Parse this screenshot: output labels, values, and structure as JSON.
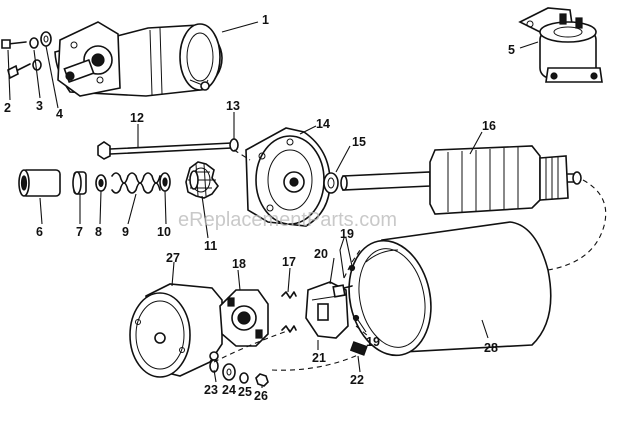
{
  "callouts": {
    "c1": "1",
    "c2": "2",
    "c3": "3",
    "c4": "4",
    "c5": "5",
    "c6": "6",
    "c7": "7",
    "c8": "8",
    "c9": "9",
    "c10": "10",
    "c11": "11",
    "c12": "12",
    "c13": "13",
    "c14": "14",
    "c15": "15",
    "c16": "16",
    "c17": "17",
    "c18": "18",
    "c19a": "19",
    "c19b": "19",
    "c20": "20",
    "c21": "21",
    "c22": "22",
    "c23": "23",
    "c24": "24",
    "c25": "25",
    "c26": "26",
    "c27": "27",
    "c28": "28"
  },
  "watermark": "eReplacementParts.com"
}
